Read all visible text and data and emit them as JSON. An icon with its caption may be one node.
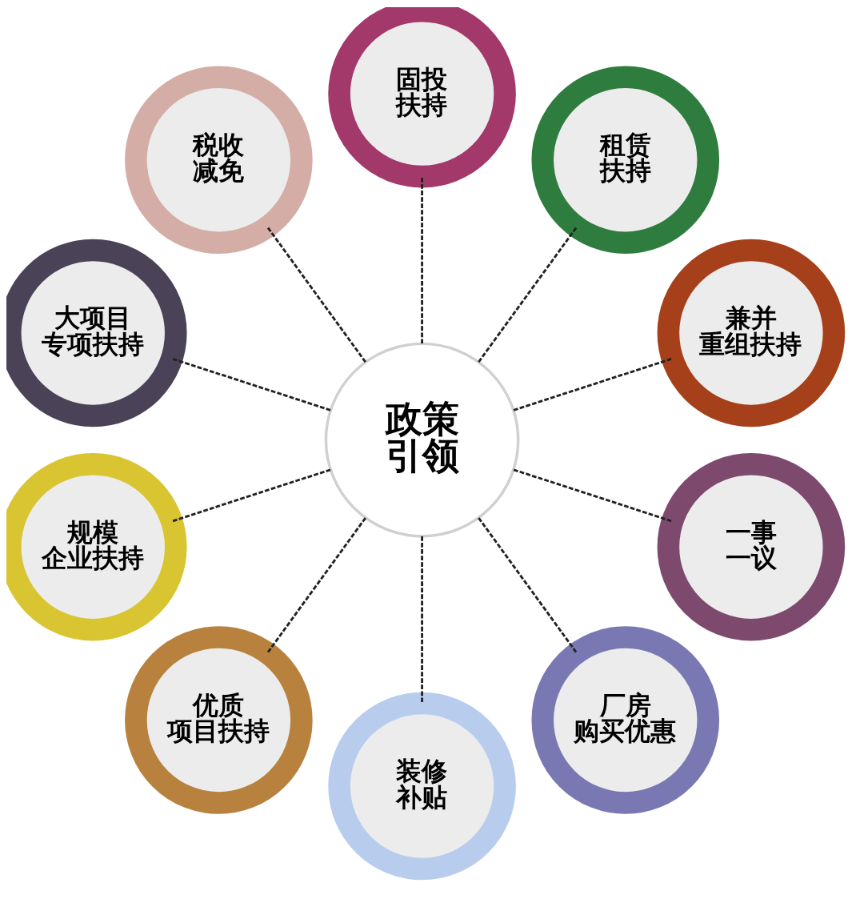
{
  "diagram": {
    "nodes": [
      {
        "text": [
          "政策引领"
        ]
      },
      {
        "text": [
          "固投扶持"
        ]
      },
      {
        "text": [
          "租赁扶持"
        ]
      },
      {
        "text": [
          "兼并重组扶持"
        ]
      },
      {
        "text": [
          "一事一议"
        ]
      },
      {
        "text": [
          "厂房购买优惠"
        ]
      },
      {
        "text": [
          "装修补贴"
        ]
      },
      {
        "text": [
          "优质项目扶持"
        ]
      },
      {
        "text": [
          "规模企业扶持"
        ]
      },
      {
        "text": [
          "大项目专项扶持"
        ]
      },
      {
        "text": [
          "税收减免"
        ]
      }
    ],
    "edges": [
      {
        "from": 0,
        "to": 1,
        "arrow": "none",
        "style": "dashed"
      },
      {
        "from": 0,
        "to": 2,
        "arrow": "none",
        "style": "dashed"
      },
      {
        "from": 0,
        "to": 3,
        "arrow": "none",
        "style": "dashed"
      },
      {
        "from": 0,
        "to": 4,
        "arrow": "none",
        "style": "dashed"
      },
      {
        "from": 0,
        "to": 5,
        "arrow": "none",
        "style": "dashed"
      },
      {
        "from": 0,
        "to": 6,
        "arrow": "none",
        "style": "dashed"
      },
      {
        "from": 0,
        "to": 7,
        "arrow": "none",
        "style": "dashed"
      },
      {
        "from": 0,
        "to": 8,
        "arrow": "none",
        "style": "dashed"
      },
      {
        "from": 0,
        "to": 9,
        "arrow": "none",
        "style": "dashed"
      },
      {
        "from": 0,
        "to": 10,
        "arrow": "none",
        "style": "dashed"
      }
    ]
  }
}
